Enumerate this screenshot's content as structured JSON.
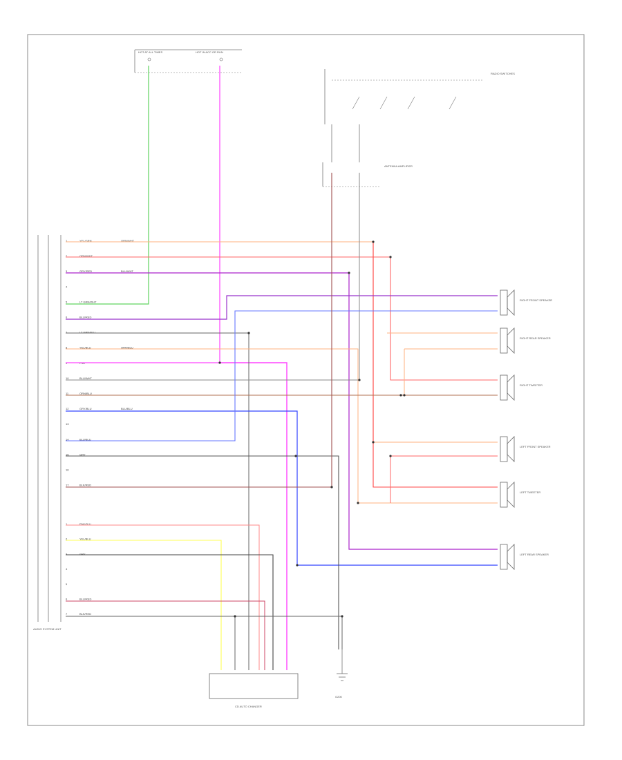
{
  "diagram": {
    "title": "",
    "footer_code": "",
    "components": {
      "audio_unit": "AUDIO SYSTEM UNIT",
      "cd_changer": "CD AUTO CHANGER",
      "radio_switches": "RADIO SWITCHES",
      "antenna_amp": "ANTENNA AMPLIFIER",
      "fuse_box_top": "HOT AT ALL TIMES",
      "fuse_box_top2": "HOT IN ACC OR RUN",
      "ground": "G200",
      "right_front_speaker": "RIGHT FRONT SPEAKER",
      "right_rear_speaker": "RIGHT REAR SPEAKER",
      "right_tweeter": "RIGHT TWEETER",
      "left_front_speaker": "LEFT FRONT SPEAKER",
      "left_tweeter": "LEFT TWEETER",
      "left_rear_speaker": "LEFT REAR SPEAKER"
    },
    "pins_top": [
      {
        "num": "1",
        "color": "YEL/GRN",
        "alt": "ORN/WHT"
      },
      {
        "num": "2",
        "color": "ORN/WHT",
        "alt": ""
      },
      {
        "num": "3",
        "color": "GRY/RED",
        "alt": "BLU/WHT"
      },
      {
        "num": "4",
        "color": "",
        "alt": ""
      },
      {
        "num": "5",
        "color": "LT GRN/WHT",
        "alt": ""
      },
      {
        "num": "6",
        "color": "BLU/RED",
        "alt": ""
      },
      {
        "num": "7",
        "color": "LT GRN/BLU",
        "alt": ""
      },
      {
        "num": "8",
        "color": "YEL/BLU",
        "alt": "ORN/BLU"
      },
      {
        "num": "9",
        "color": "PNK",
        "alt": ""
      },
      {
        "num": "10",
        "color": "BLU/WHT",
        "alt": ""
      },
      {
        "num": "11",
        "color": "ORN/BLU",
        "alt": ""
      },
      {
        "num": "12",
        "color": "GRY/BLU",
        "alt": "BLU/BLU"
      },
      {
        "num": "13",
        "color": "",
        "alt": ""
      },
      {
        "num": "14",
        "color": "BLU/BLU",
        "alt": ""
      },
      {
        "num": "15",
        "color": "GRY",
        "alt": ""
      },
      {
        "num": "16",
        "color": "",
        "alt": ""
      },
      {
        "num": "17",
        "color": "BLK/RED",
        "alt": ""
      }
    ],
    "pins_bottom": [
      {
        "num": "1",
        "color": "PNK/BLU"
      },
      {
        "num": "2",
        "color": "YEL/BLU"
      },
      {
        "num": "3",
        "color": "GRY"
      },
      {
        "num": "4",
        "color": ""
      },
      {
        "num": "5",
        "color": ""
      },
      {
        "num": "6",
        "color": "BLU/RED"
      },
      {
        "num": "7",
        "color": "BLK/RED"
      }
    ],
    "colors": {
      "green": "#5fd35f",
      "magenta": "#ff44ff",
      "orange": "#ffb27f",
      "red": "#ff4444",
      "purple": "#aa22cc",
      "blue": "#3344ff",
      "gray": "#888888",
      "dark": "#444444",
      "yellow": "#ffff55",
      "pink": "#ff8888",
      "brown": "#a0522d",
      "lightblue": "#8888ff"
    }
  }
}
